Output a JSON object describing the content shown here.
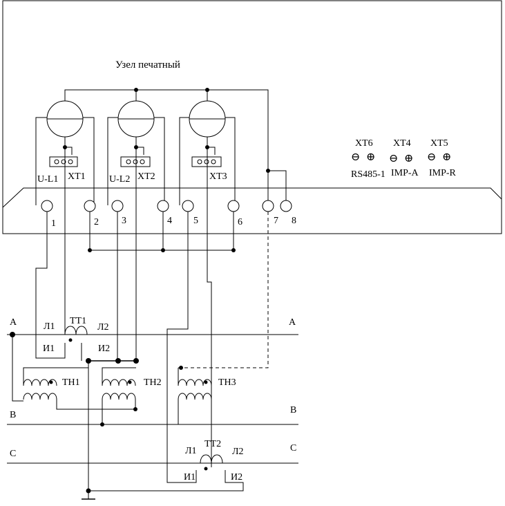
{
  "meter_title": "Узел печатный",
  "terminal_blocks": [
    {
      "label": "U-L1",
      "name": "XT1"
    },
    {
      "label": "U-L2",
      "name": "XT2"
    },
    {
      "label": "",
      "name": "XT3"
    }
  ],
  "interfaces": [
    {
      "name": "XT6",
      "label": "RS485-1"
    },
    {
      "name": "XT4",
      "label": "IMP-A"
    },
    {
      "name": "XT5",
      "label": "IMP-R"
    }
  ],
  "sign_minus": "⊖",
  "sign_plus": "⊕",
  "terminal_numbers": [
    "1",
    "2",
    "3",
    "4",
    "5",
    "6",
    "7",
    "8"
  ],
  "phases": {
    "a": "A",
    "b": "B",
    "c": "C"
  },
  "current_transformers": {
    "tt1": {
      "name": "ТТ1",
      "l1": "Л1",
      "l2": "Л2",
      "i1": "И1",
      "i2": "И2"
    },
    "tt2": {
      "name": "ТТ2",
      "l1": "Л1",
      "l2": "Л2",
      "i1": "И1",
      "i2": "И2"
    }
  },
  "voltage_transformers": [
    "ТН1",
    "ТН2",
    "ТН3"
  ]
}
